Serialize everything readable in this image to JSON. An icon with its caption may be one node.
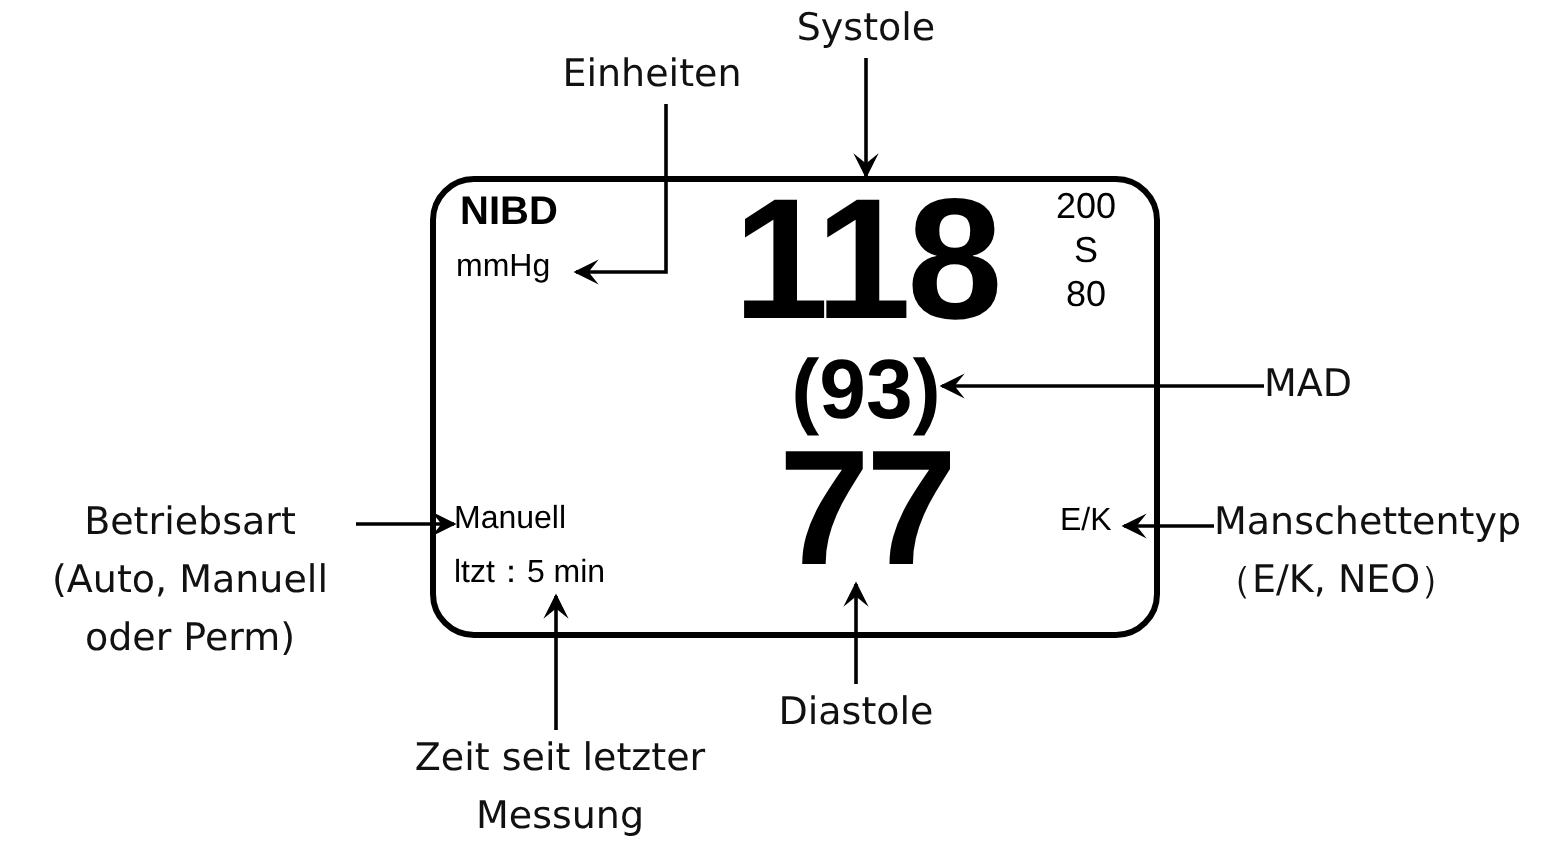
{
  "diagram": {
    "nodes": [
      {
        "text": [
          "NIBD"
        ]
      },
      {
        "text": [
          "mmHg"
        ],
        "in": 0
      },
      {
        "text": [
          "118"
        ],
        "in": 0
      },
      {
        "text": [
          "(93)"
        ],
        "in": 0
      },
      {
        "text": [
          "77"
        ],
        "in": 0
      },
      {
        "text": [
          "Manuell"
        ],
        "in": 0
      },
      {
        "text": [
          "ltzt：5 min"
        ],
        "in": 0
      },
      {
        "text": [
          "E/K"
        ],
        "in": 0
      },
      {
        "text": [
          "Einheiten"
        ]
      },
      {
        "text": [
          "Systole"
        ]
      },
      {
        "text": [
          "MAD"
        ]
      },
      {
        "text": [
          "Betriebsart (Auto, Manuell oder Perm)"
        ]
      },
      {
        "text": [
          "Manschettentyp （E/K, NEO）"
        ]
      },
      {
        "text": [
          "Diastole"
        ]
      },
      {
        "text": [
          "Zeit seit letzter Messung"
        ]
      }
    ],
    "edges": [
      {
        "from": 8,
        "to": 1,
        "arrow": "to"
      },
      {
        "from": 9,
        "to": 2,
        "arrow": "to"
      },
      {
        "from": 10,
        "to": 3,
        "arrow": "to"
      },
      {
        "from": 11,
        "to": 5,
        "arrow": "to"
      },
      {
        "from": 12,
        "to": 7,
        "arrow": "to"
      },
      {
        "from": 13,
        "to": 4,
        "arrow": "to"
      },
      {
        "from": 14,
        "to": 6,
        "arrow": "to"
      }
    ],
    "labels": [
      "200 S 80"
    ]
  }
}
